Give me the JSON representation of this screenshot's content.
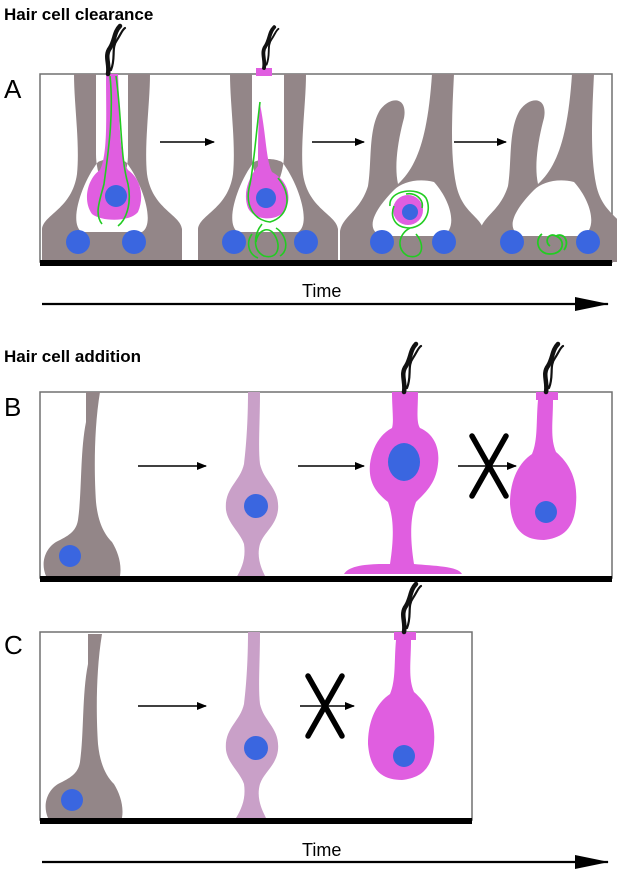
{
  "titles": {
    "clearance": "Hair cell clearance",
    "addition": "Hair cell addition"
  },
  "panels": {
    "a": "A",
    "b": "B",
    "c": "C"
  },
  "axis": {
    "time_top": "Time",
    "time_bottom": "Time"
  },
  "colors": {
    "support_cell": "#938688",
    "precursor_cell": "#c9a0c8",
    "hair_cell": "#e05ee0",
    "nucleus": "#3a66e0",
    "phagocyte_outline": "#22cc22",
    "hair_bundle": "#111111",
    "border": "#707070",
    "basement": "#000000"
  },
  "icons": {
    "blocked": "x-mark-icon",
    "arrow": "arrow-right-icon"
  }
}
